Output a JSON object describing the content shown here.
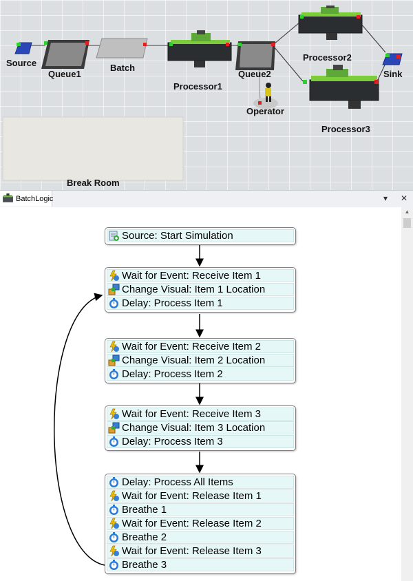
{
  "model": {
    "objects": [
      {
        "name": "Source"
      },
      {
        "name": "Queue1"
      },
      {
        "name": "Batch"
      },
      {
        "name": "Processor1"
      },
      {
        "name": "Queue2"
      },
      {
        "name": "Operator"
      },
      {
        "name": "Processor2"
      },
      {
        "name": "Processor3"
      },
      {
        "name": "Sink"
      },
      {
        "name": "Break Room"
      }
    ]
  },
  "tab": {
    "title": "BatchLogic",
    "dropdown": "▾",
    "close": "✕"
  },
  "flow": {
    "blocks": [
      {
        "activities": [
          {
            "icon": "source-icon",
            "text": "Source: Start Simulation"
          }
        ]
      },
      {
        "activities": [
          {
            "icon": "wait-event-icon",
            "text": "Wait for Event: Receive Item 1"
          },
          {
            "icon": "change-visual-icon",
            "text": "Change Visual: Item 1 Location"
          },
          {
            "icon": "delay-icon",
            "text": "Delay: Process Item 1"
          }
        ]
      },
      {
        "activities": [
          {
            "icon": "wait-event-icon",
            "text": "Wait for Event: Receive Item 2"
          },
          {
            "icon": "change-visual-icon",
            "text": "Change Visual: Item 2 Location"
          },
          {
            "icon": "delay-icon",
            "text": "Delay: Process Item 2"
          }
        ]
      },
      {
        "activities": [
          {
            "icon": "wait-event-icon",
            "text": "Wait for Event: Receive Item 3"
          },
          {
            "icon": "change-visual-icon",
            "text": "Change Visual: Item 3 Location"
          },
          {
            "icon": "delay-icon",
            "text": "Delay: Process Item 3"
          }
        ]
      },
      {
        "activities": [
          {
            "icon": "delay-icon",
            "text": "Delay: Process All Items"
          },
          {
            "icon": "wait-event-icon",
            "text": "Wait for Event: Release Item 1"
          },
          {
            "icon": "delay-icon",
            "text": "Breathe 1"
          },
          {
            "icon": "wait-event-icon",
            "text": "Wait for Event: Release Item 2"
          },
          {
            "icon": "delay-icon",
            "text": "Breathe 2"
          },
          {
            "icon": "wait-event-icon",
            "text": "Wait for Event: Release Item 3"
          },
          {
            "icon": "delay-icon",
            "text": "Breathe 3"
          }
        ]
      }
    ]
  }
}
